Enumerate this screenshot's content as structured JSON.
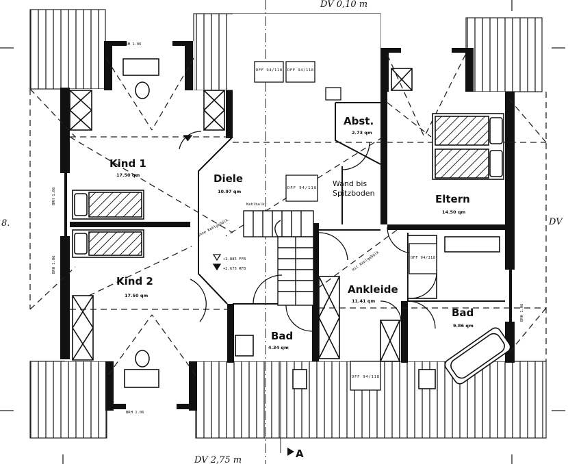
{
  "rooms": {
    "kind1": {
      "name": "Kind 1",
      "area": "17.50 qm"
    },
    "diele": {
      "name": "Diele",
      "area": "10.97 qm"
    },
    "abst": {
      "name": "Abst.",
      "area": "2.73 qm"
    },
    "eltern": {
      "name": "Eltern",
      "area": "14.50 qm"
    },
    "kind2": {
      "name": "Kind 2",
      "area": "17.50 qm"
    },
    "ankleide": {
      "name": "Ankleide",
      "area": "11.41 qm"
    },
    "bad_left": {
      "name": "Bad",
      "area": "4.34 qm"
    },
    "bad_right": {
      "name": "Bad",
      "area": "9.86 qm"
    }
  },
  "notes": {
    "wand_line1": "Wand bis",
    "wand_line2": "Spitzboden",
    "level_ffb": "+2.885 FFB",
    "level_rfb": "+2.675 RFB",
    "ohne_kehlgebalk": "ohne Kehlgebälk",
    "mit_kehlgebalk": "mit Kehlgebälk",
    "kehlbalk": "Kehlbalk"
  },
  "windows": {
    "dff1": "DFF 94/118",
    "dff2": "DFF 94/118",
    "dff3": "DFF 94/118",
    "dff4": "DFF 94/118",
    "dff5": "DFF 94/118",
    "brh_top_left": "BRH 1.06",
    "brh_bottom_left": "BRH 1.06",
    "brh_left_upper": "BRH 1.06",
    "brh_left_lower": "BRH 1.06",
    "brh_right": "BRH 1.06"
  },
  "margin": {
    "top_annotation": "DV 0,10 m",
    "bottom_annotation": "DV 2,75 m",
    "section_marker": "A",
    "right_label": "DV",
    "left_label": "8."
  }
}
